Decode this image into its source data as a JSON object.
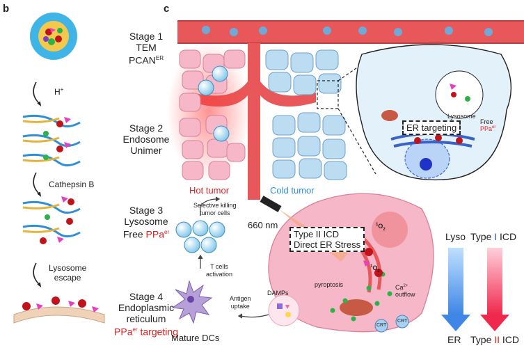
{
  "panel_b": {
    "letter": "b",
    "stage1": {
      "line1": "Stage 1",
      "line2": "TEM",
      "line3": "PCAN",
      "sup": "ER"
    },
    "arrow1": "H",
    "arrow1_sup": "+",
    "stage2": {
      "line1": "Stage 2",
      "line2": "Endosome",
      "line3": "Unimer"
    },
    "arrow2": "Cathepsin B",
    "stage3": {
      "line1": "Stage 3",
      "line2": "Lysosome",
      "line3_prefix": "Free ",
      "line3_red": "PPa",
      "line3_sup": "er"
    },
    "arrow3_line1": "Lysosome",
    "arrow3_line2": "escape",
    "stage4": {
      "line1": "Stage 4",
      "line2": "Endoplasmic",
      "line3": "reticulum",
      "line4_red": "PPa",
      "line4_sup": "er",
      "line4_red2": " targeting"
    }
  },
  "panel_c": {
    "letter": "c",
    "hot_tumor": "Hot tumor",
    "cold_tumor": "Cold tumor",
    "lysosome": "Lysosome",
    "free_label": "Free",
    "free_red": "PPa",
    "free_sup": "er",
    "er_targeting": "ER targeting",
    "laser": "660 nm",
    "type2_icd": "Type II ICD",
    "direct_er_stress": "Direct ER Stress",
    "o2_sup": "1",
    "o2": "O",
    "o2_sub": "2",
    "pyroptosis": "pyroptosis",
    "damps": "DAMPs",
    "ca_line1": "Ca",
    "ca_sup": "2+",
    "ca_line2": "outflow",
    "crt": "CRT",
    "selective_killing_line1": "Selective killing",
    "selective_killing_line2": "tumor cells",
    "t_cells_line1": "T cells",
    "t_cells_line2": "activation",
    "antigen_line1": "Antigen",
    "antigen_line2": "uptake",
    "mature_dcs": "Mature DCs",
    "lyso": "Lyso",
    "er": "ER",
    "type_prefix": "Type ",
    "type_I": "I",
    "type_II": "II",
    "icd": " ICD"
  },
  "colors": {
    "vessel": "#e8585a",
    "hot": "#f6b8c8",
    "cold": "#bcdcf2",
    "blue_arrow": "#4f97e6",
    "red_arrow": "#f0284d",
    "accent_red": "#e0201e"
  }
}
